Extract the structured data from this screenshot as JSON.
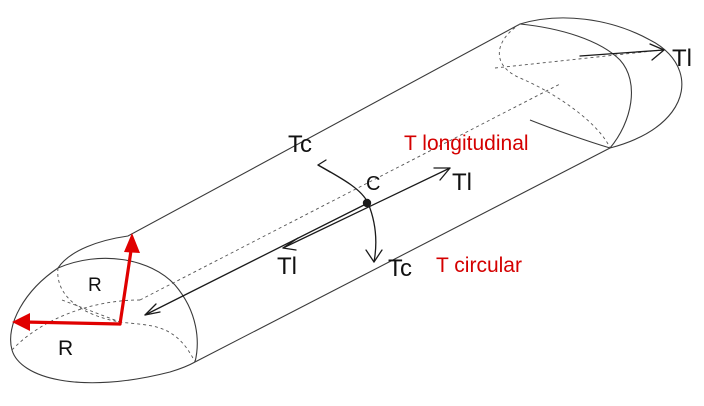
{
  "labels": {
    "tl_right": "Tl",
    "tc_top": "Tc",
    "tl_center": "Tl",
    "tl_lower": "Tl",
    "tc_bottom": "Tc",
    "center": "C",
    "r_radial": "R",
    "r_horizontal": "R",
    "t_longitudinal": "T longitudinal",
    "t_circular": "T circular"
  },
  "colors": {
    "annotation": "#d40000",
    "radius_vectors": "#e00000",
    "line_art": "#1a1a1a"
  }
}
